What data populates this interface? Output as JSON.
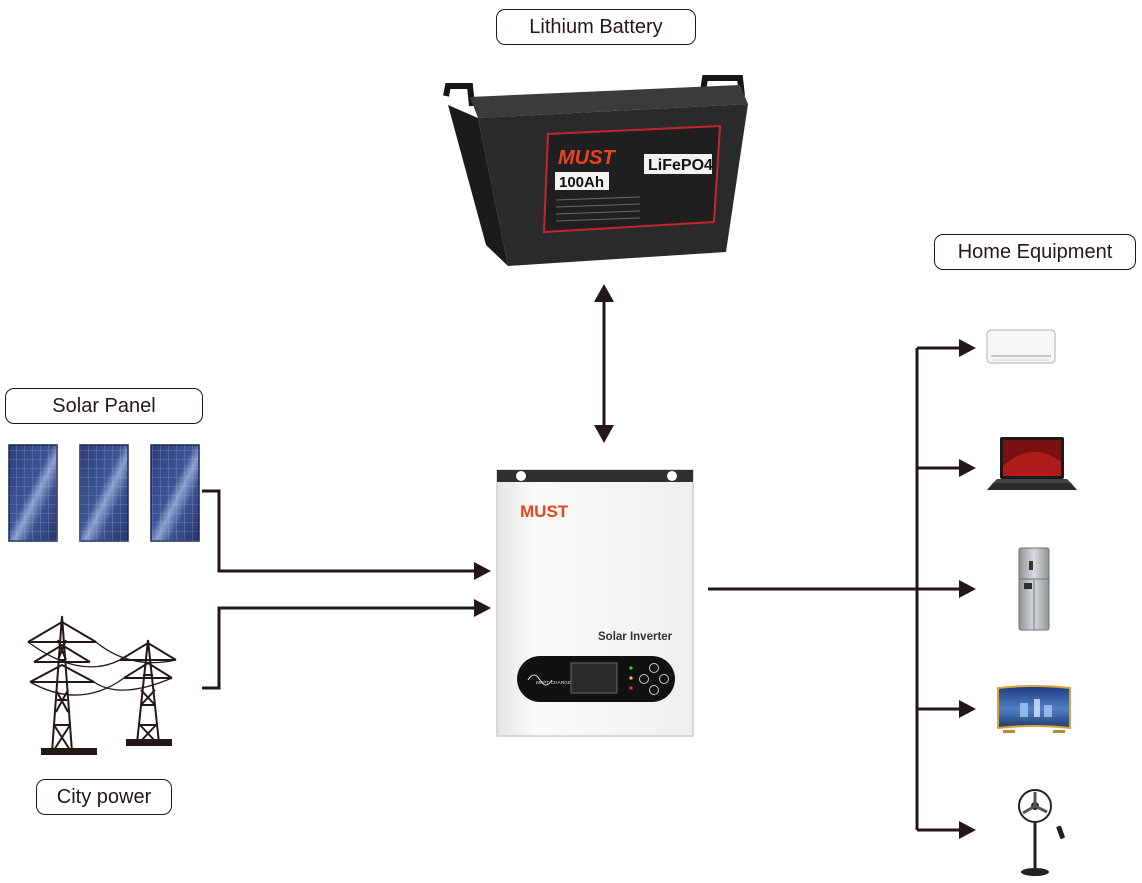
{
  "labels": {
    "battery": "Lithium Battery",
    "home": "Home Equipment",
    "solar": "Solar Panel",
    "city": "City power"
  },
  "battery": {
    "brand": "MUST",
    "capacity": "100Ah",
    "chemistry": "LiFePO4"
  },
  "inverter": {
    "brand": "MUST",
    "model_text": "Solar Inverter",
    "display_text": "MPPT CHARGER"
  },
  "colors": {
    "line": "#231815",
    "brand_red": "#e8451d",
    "battery_body": "#2b2b2d",
    "inverter_body": "#f4f4f4"
  },
  "icons": {
    "solar": "solar-panel-icon",
    "grid": "power-tower-icon",
    "battery": "battery-icon",
    "inverter": "inverter-icon",
    "appliances": [
      "air-conditioner-icon",
      "laptop-icon",
      "refrigerator-icon",
      "television-icon",
      "fan-icon"
    ]
  }
}
